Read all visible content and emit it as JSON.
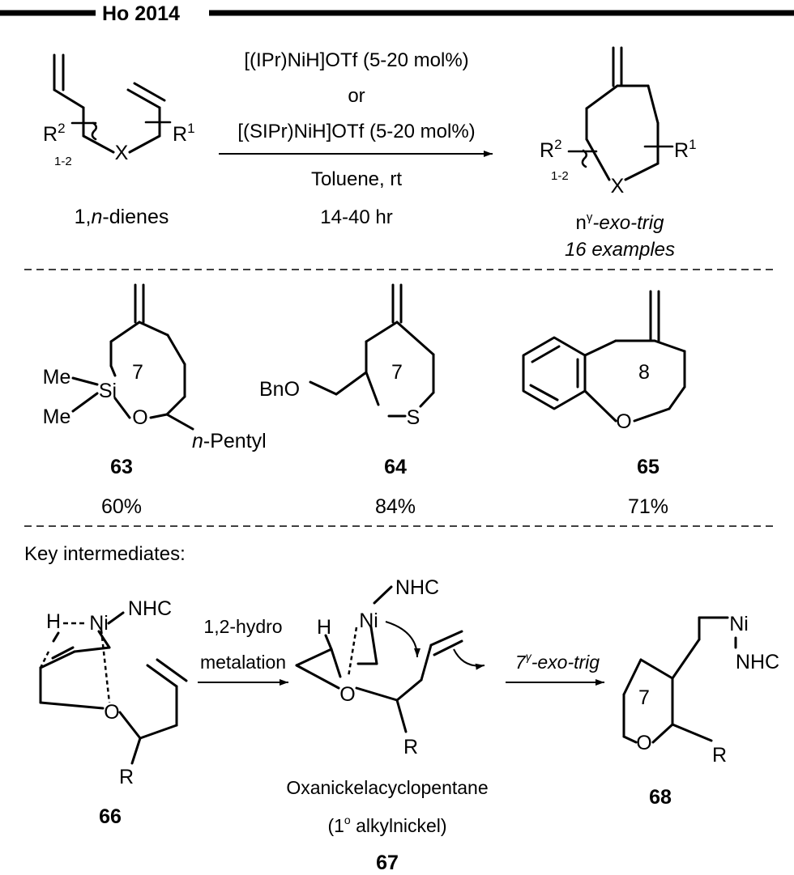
{
  "header": {
    "title": "Ho 2014"
  },
  "general_reaction": {
    "substrate": {
      "r2": "R",
      "r2_sup": "2",
      "r1": "R",
      "r1_sup": "1",
      "range": "1-2",
      "x": "X",
      "label_pre": "1,",
      "label_n": "n",
      "label_post": "-dienes"
    },
    "conditions": {
      "line1": "[(IPr)NiH]OTf (5-20 mol%)",
      "line2": "or",
      "line3": "[(SIPr)NiH]OTf (5-20 mol%)",
      "line4": "Toluene, rt",
      "line5": "14-40 hr"
    },
    "product": {
      "r2": "R",
      "r2_sup": "2",
      "r1": "R",
      "r1_sup": "1",
      "range": "1-2",
      "x": "X",
      "mode_n": "n",
      "mode_sup": "γ",
      "mode_rest": "-exo-trig",
      "examples": "16 examples"
    }
  },
  "examples": [
    {
      "id": "63",
      "yield": "60%",
      "ring": "7",
      "si": "Si",
      "me1": "Me",
      "me2": "Me",
      "o": "O",
      "pent_n": "n",
      "pent_rest": "-Pentyl"
    },
    {
      "id": "64",
      "yield": "84%",
      "ring": "7",
      "bno": "BnO",
      "s": "S"
    },
    {
      "id": "65",
      "yield": "71%",
      "ring": "8",
      "o": "O"
    }
  ],
  "mechanism": {
    "heading": "Key intermediates:",
    "i66": {
      "id": "66",
      "h": "H",
      "ni": "Ni",
      "nhc": "NHC",
      "o": "O",
      "r": "R"
    },
    "step1": {
      "line1": "1,2-hydro",
      "line2": "metalation"
    },
    "i67": {
      "id": "67",
      "h": "H",
      "ni": "Ni",
      "nhc": "NHC",
      "o": "O",
      "r": "R",
      "name": "Oxanickelacyclopentane",
      "sub_pre": "(1",
      "sub_sup": "o",
      "sub_post": " alkylnickel)"
    },
    "step2": {
      "num": "7",
      "sup": "γ",
      "rest": "-exo-trig"
    },
    "i68": {
      "id": "68",
      "ni": "Ni",
      "nhc": "NHC",
      "o": "O",
      "r": "R",
      "ring": "7"
    }
  }
}
